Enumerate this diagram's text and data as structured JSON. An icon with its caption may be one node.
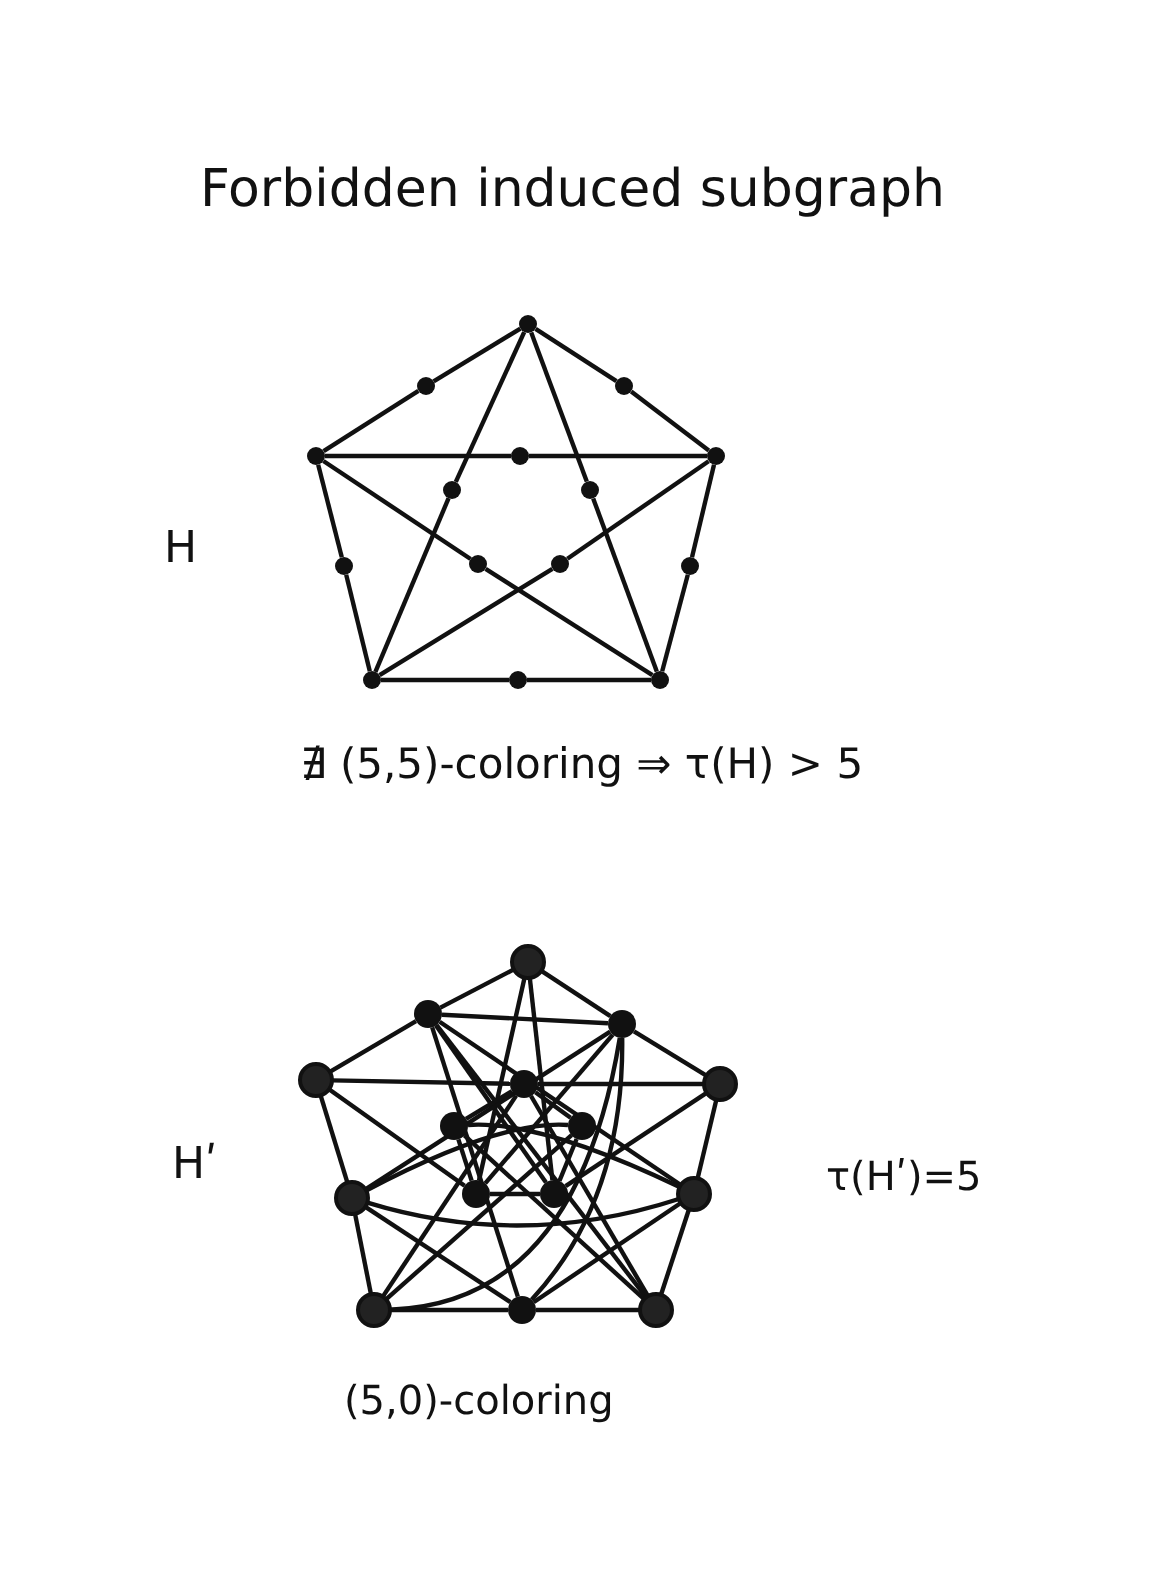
{
  "diagram": {
    "title": "Forbidden induced subgraph",
    "nodes": [
      {
        "text": [],
        "shape": "circle"
      },
      {
        "text": [],
        "shape": "circle"
      },
      {
        "text": [],
        "shape": "circle"
      },
      {
        "text": [],
        "shape": "circle"
      },
      {
        "text": [],
        "shape": "circle"
      },
      {
        "text": [],
        "shape": "circle"
      },
      {
        "text": [],
        "shape": "circle"
      },
      {
        "text": [],
        "shape": "circle"
      },
      {
        "text": [],
        "shape": "circle"
      },
      {
        "text": [],
        "shape": "circle"
      },
      {
        "text": [],
        "shape": "circle"
      },
      {
        "text": [],
        "shape": "circle"
      },
      {
        "text": [],
        "shape": "circle"
      },
      {
        "text": [],
        "shape": "circle"
      },
      {
        "text": [],
        "shape": "circle"
      },
      {
        "text": [],
        "shape": "circle"
      },
      {
        "text": [],
        "shape": "circle"
      },
      {
        "text": [],
        "shape": "circle"
      },
      {
        "text": [],
        "shape": "circle"
      },
      {
        "text": [],
        "shape": "circle"
      },
      {
        "text": [],
        "shape": "circle"
      },
      {
        "text": [],
        "shape": "circle"
      },
      {
        "text": [],
        "shape": "circle"
      },
      {
        "text": [],
        "shape": "circle"
      },
      {
        "text": [],
        "shape": "circle"
      },
      {
        "text": [],
        "shape": "circle"
      },
      {
        "text": [],
        "shape": "circle"
      },
      {
        "text": [],
        "shape": "circle"
      },
      {
        "text": [],
        "shape": "circle"
      },
      {
        "text": [],
        "shape": "circle"
      }
    ],
    "edges": [
      {
        "from": 0,
        "to": 1,
        "arrow": "none"
      },
      {
        "from": 1,
        "to": 3,
        "arrow": "none"
      },
      {
        "from": 0,
        "to": 2,
        "arrow": "none"
      },
      {
        "from": 2,
        "to": 5,
        "arrow": "none"
      },
      {
        "from": 3,
        "to": 4,
        "arrow": "none"
      },
      {
        "from": 4,
        "to": 5,
        "arrow": "none"
      },
      {
        "from": 0,
        "to": 6,
        "arrow": "none"
      },
      {
        "from": 6,
        "to": 12,
        "arrow": "none"
      },
      {
        "from": 0,
        "to": 7,
        "arrow": "none"
      },
      {
        "from": 7,
        "to": 14,
        "arrow": "none"
      },
      {
        "from": 3,
        "to": 8,
        "arrow": "none"
      },
      {
        "from": 8,
        "to": 12,
        "arrow": "none"
      },
      {
        "from": 3,
        "to": 9,
        "arrow": "none"
      },
      {
        "from": 9,
        "to": 14,
        "arrow": "none"
      },
      {
        "from": 5,
        "to": 10,
        "arrow": "none"
      },
      {
        "from": 10,
        "to": 12,
        "arrow": "none"
      },
      {
        "from": 5,
        "to": 11,
        "arrow": "none"
      },
      {
        "from": 11,
        "to": 14,
        "arrow": "none"
      },
      {
        "from": 12,
        "to": 13,
        "arrow": "none"
      },
      {
        "from": 13,
        "to": 14,
        "arrow": "none"
      },
      {
        "from": 15,
        "to": 16,
        "arrow": "none"
      },
      {
        "from": 15,
        "to": 17,
        "arrow": "none"
      },
      {
        "from": 16,
        "to": 18,
        "arrow": "none"
      },
      {
        "from": 17,
        "to": 20,
        "arrow": "none"
      },
      {
        "from": 18,
        "to": 23,
        "arrow": "none"
      },
      {
        "from": 23,
        "to": 27,
        "arrow": "none"
      },
      {
        "from": 20,
        "to": 26,
        "arrow": "none"
      },
      {
        "from": 26,
        "to": 29,
        "arrow": "none"
      },
      {
        "from": 27,
        "to": 28,
        "arrow": "none"
      },
      {
        "from": 28,
        "to": 29,
        "arrow": "none"
      },
      {
        "from": 16,
        "to": 17,
        "arrow": "none"
      },
      {
        "from": 18,
        "to": 19,
        "arrow": "none"
      },
      {
        "from": 19,
        "to": 20,
        "arrow": "none"
      },
      {
        "from": 15,
        "to": 24,
        "arrow": "none"
      },
      {
        "from": 15,
        "to": 25,
        "arrow": "none"
      },
      {
        "from": 16,
        "to": 28,
        "arrow": "none"
      },
      {
        "from": 16,
        "to": 25,
        "arrow": "none"
      },
      {
        "from": 16,
        "to": 29,
        "arrow": "none"
      },
      {
        "from": 16,
        "to": 26,
        "arrow": "none"
      },
      {
        "from": 17,
        "to": 28,
        "arrow": "none"
      },
      {
        "from": 17,
        "to": 24,
        "arrow": "none"
      },
      {
        "from": 17,
        "to": 27,
        "arrow": "none"
      },
      {
        "from": 17,
        "to": 23,
        "arrow": "none"
      },
      {
        "from": 18,
        "to": 24,
        "arrow": "none"
      },
      {
        "from": 20,
        "to": 25,
        "arrow": "none"
      },
      {
        "from": 23,
        "to": 22,
        "arrow": "none"
      },
      {
        "from": 26,
        "to": 21,
        "arrow": "none"
      },
      {
        "from": 23,
        "to": 26,
        "arrow": "none"
      },
      {
        "from": 27,
        "to": 19,
        "arrow": "none"
      },
      {
        "from": 29,
        "to": 19,
        "arrow": "none"
      },
      {
        "from": 19,
        "to": 21,
        "arrow": "none"
      },
      {
        "from": 19,
        "to": 22,
        "arrow": "none"
      },
      {
        "from": 21,
        "to": 24,
        "arrow": "none"
      },
      {
        "from": 22,
        "to": 25,
        "arrow": "none"
      },
      {
        "from": 24,
        "to": 25,
        "arrow": "none"
      },
      {
        "from": 27,
        "to": 22,
        "arrow": "none"
      },
      {
        "from": 29,
        "to": 21,
        "arrow": "none"
      },
      {
        "from": 23,
        "to": 28,
        "arrow": "none"
      },
      {
        "from": 26,
        "to": 28,
        "arrow": "none"
      }
    ],
    "labels": [
      "H",
      "∄ (5,5)-coloring ⇒ τ(H) > 5",
      "Hʹ",
      "τ(Hʹ)=5",
      "(5,0)-coloring"
    ]
  }
}
